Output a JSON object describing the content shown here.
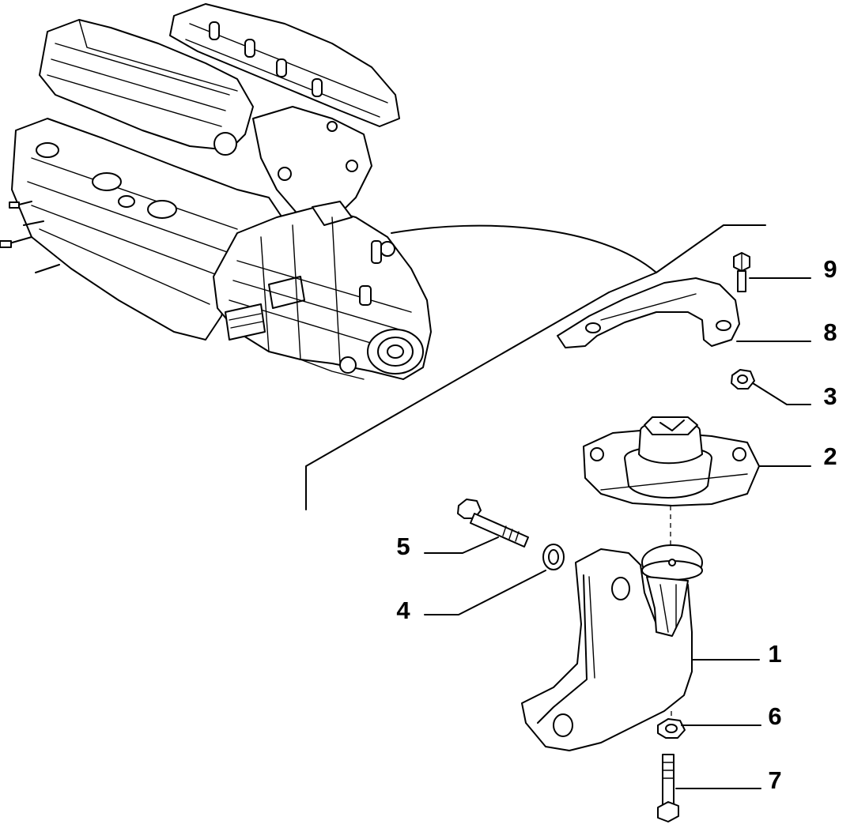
{
  "callouts": [
    {
      "id": "1",
      "label": "1"
    },
    {
      "id": "2",
      "label": "2"
    },
    {
      "id": "3",
      "label": "3"
    },
    {
      "id": "4",
      "label": "4"
    },
    {
      "id": "5",
      "label": "5"
    },
    {
      "id": "6",
      "label": "6"
    },
    {
      "id": "7",
      "label": "7"
    },
    {
      "id": "8",
      "label": "8"
    },
    {
      "id": "9",
      "label": "9"
    }
  ],
  "colors": {
    "ink": "#000000",
    "paper": "#ffffff"
  },
  "icons": [
    "engine-gearbox-assembly-icon",
    "mount-bracket-icon",
    "rubber-mount-icon",
    "retaining-strap-icon",
    "bolt-icon",
    "nut-icon",
    "washer-icon"
  ]
}
